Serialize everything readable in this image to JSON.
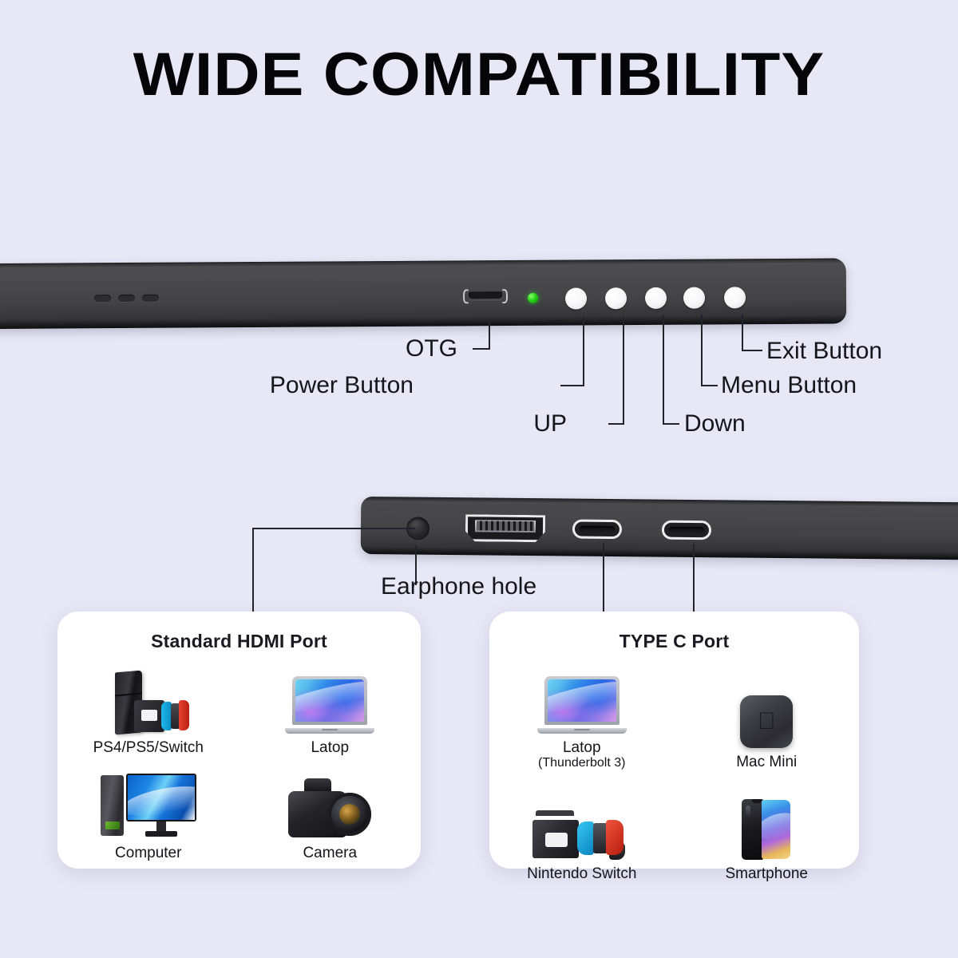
{
  "title": "WIDE COMPATIBILITY",
  "colors": {
    "background": "#e7e7f6",
    "card_background": "#ffffff",
    "device_body": "#46464a",
    "led_green": "#27d417",
    "button_white": "#ffffff",
    "text": "#15151a"
  },
  "top_edge": {
    "name": "monitor-top-edge",
    "callouts": [
      {
        "id": "otg",
        "label": "OTG"
      },
      {
        "id": "power-button",
        "label": "Power Button"
      },
      {
        "id": "up",
        "label": "UP"
      },
      {
        "id": "down",
        "label": "Down"
      },
      {
        "id": "menu-button",
        "label": "Menu Button"
      },
      {
        "id": "exit-button",
        "label": "Exit Button"
      }
    ],
    "indicator": "power-led-green",
    "button_count": 5,
    "vent_count": 3
  },
  "bottom_edge": {
    "name": "monitor-bottom-edge",
    "callouts": [
      {
        "id": "earphone-hole",
        "label": "Earphone hole"
      }
    ],
    "ports": [
      "earphone-jack",
      "hdmi-port",
      "usb-c-port-1",
      "usb-c-port-2"
    ]
  },
  "cards": [
    {
      "id": "hdmi",
      "title": "Standard HDMI Port",
      "devices": [
        {
          "id": "ps-switch",
          "label": "PS4/PS5/Switch",
          "sub": ""
        },
        {
          "id": "laptop",
          "label": "Latop",
          "sub": ""
        },
        {
          "id": "computer",
          "label": "Computer",
          "sub": ""
        },
        {
          "id": "camera",
          "label": "Camera",
          "sub": ""
        }
      ]
    },
    {
      "id": "typec",
      "title": "TYPE C Port",
      "devices": [
        {
          "id": "laptop-tb3",
          "label": "Latop",
          "sub": "(Thunderbolt 3)"
        },
        {
          "id": "mac-mini",
          "label": "Mac Mini",
          "sub": ""
        },
        {
          "id": "nintendo-switch",
          "label": "Nintendo Switch",
          "sub": ""
        },
        {
          "id": "smartphone",
          "label": "Smartphone",
          "sub": ""
        }
      ]
    }
  ]
}
